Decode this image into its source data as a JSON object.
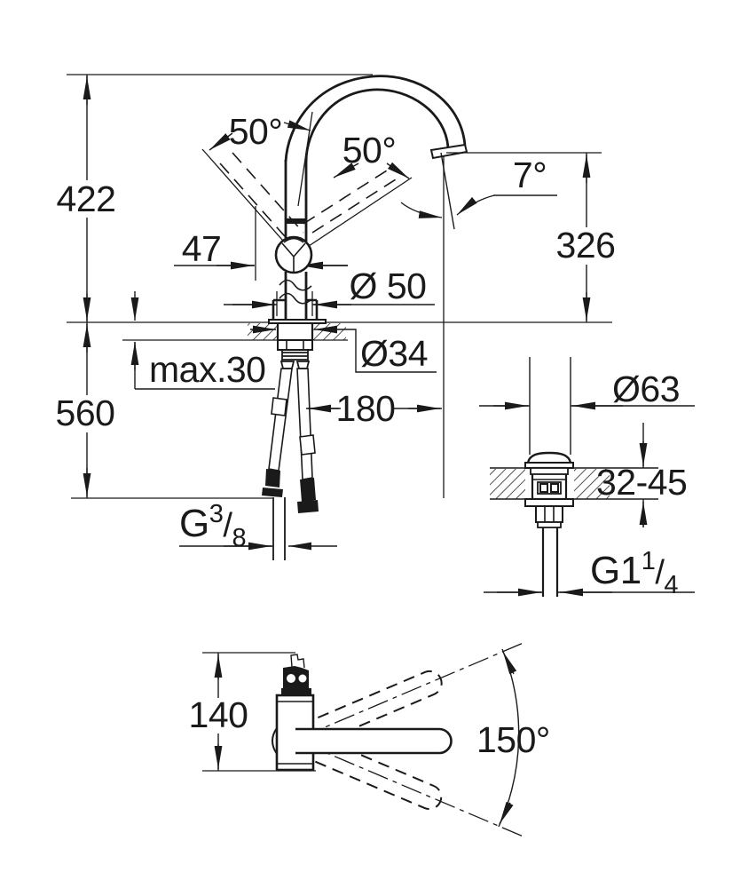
{
  "front_view": {
    "total_height": "422",
    "left_handle_angle": "50°",
    "right_handle_angle": "50°",
    "spout_tilt_angle": "7°",
    "spout_outlet_height": "326",
    "handle_projection": "47",
    "base_diameter": "Ø 50",
    "mounting_hole_diameter": "Ø34",
    "max_mounting_thickness": "max.30",
    "installation_depth": "560",
    "spout_reach": "180",
    "supply_connection": {
      "prefix": "G",
      "numerator": "3",
      "slash": "/",
      "denominator": "8"
    }
  },
  "waste_view": {
    "flange_diameter": "Ø63",
    "deck_thickness_range": "32-45",
    "waste_connection": {
      "prefix": "G1",
      "numerator": "1",
      "slash": "/",
      "denominator": "4"
    }
  },
  "top_view": {
    "body_depth": "140",
    "swivel_angle": "150°"
  },
  "colors": {
    "line": "#1a1a1a",
    "background": "#ffffff"
  }
}
